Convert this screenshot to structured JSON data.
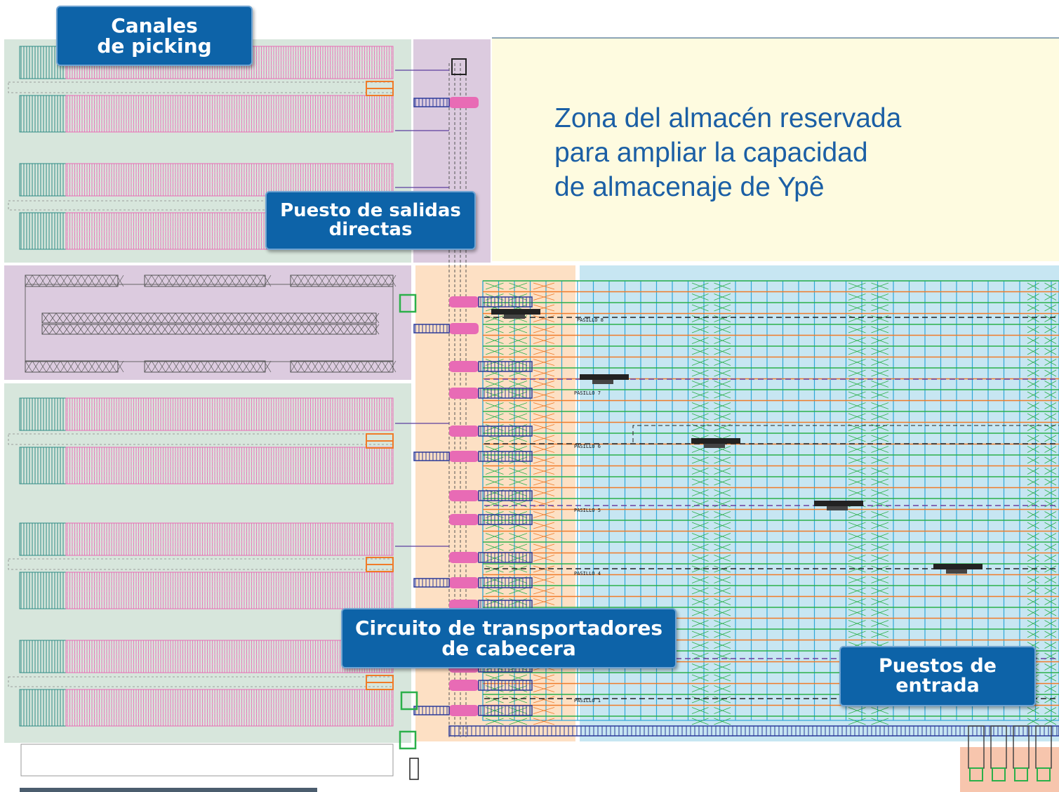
{
  "labels": {
    "canales_picking": [
      "Canales",
      "de picking"
    ],
    "puesto_salidas": [
      "Puesto de salidas",
      "directas"
    ],
    "circuito": [
      "Circuito de transportadores",
      "de cabecera"
    ],
    "puestos_entrada": [
      "Puestos de",
      "entrada"
    ]
  },
  "reserved_zone": {
    "lines": [
      "Zona del almacén reservada",
      "para ampliar la capacidad",
      "de almacenaje de Ypê"
    ]
  },
  "aisles": [
    "PASILLO 8",
    "PASILLO 7",
    "PASILLO 6",
    "PASILLO 5",
    "PASILLO 4",
    "PASILLO 1"
  ],
  "colors": {
    "picking_zone": "#d7e6dc",
    "purple_zone": "#dccbdf",
    "reserved_zone": "#fefbe0",
    "storage_zone": "#c7e6f2",
    "orange_zone": "#fde0c4",
    "label_bg": "#0d63a8",
    "reserved_text": "#1b5fa5",
    "pink_rack": "#e86bb5",
    "teal_rack": "#2e8a85",
    "conveyor": "#2b3a9a",
    "rack_grid": "#30a7d8",
    "rack_orange": "#f07b28",
    "rack_green": "#2bb04a"
  }
}
